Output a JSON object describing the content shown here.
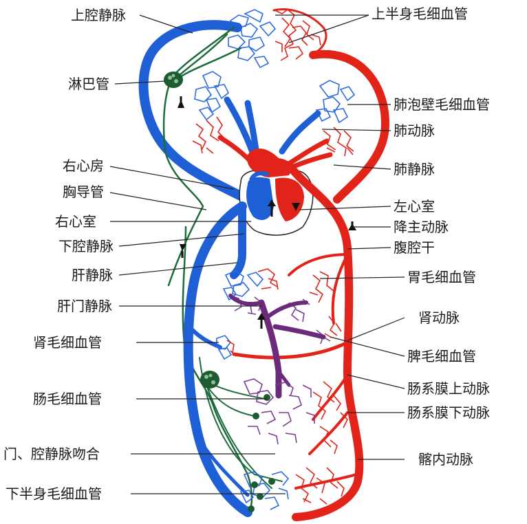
{
  "labels_left": [
    {
      "key": "svc",
      "text": "上腔静脉"
    },
    {
      "key": "lymph",
      "text": "淋巴管"
    },
    {
      "key": "ra",
      "text": "右心房"
    },
    {
      "key": "thoracic",
      "text": "胸导管"
    },
    {
      "key": "rv",
      "text": "右心室"
    },
    {
      "key": "ivc",
      "text": "下腔静脉"
    },
    {
      "key": "hepatic",
      "text": "肝静脉"
    },
    {
      "key": "portal",
      "text": "肝门静脉"
    },
    {
      "key": "renalcap",
      "text": "肾毛细血管"
    },
    {
      "key": "intcap",
      "text": "肠毛细血管"
    },
    {
      "key": "anast",
      "text": "门、腔静脉吻合"
    },
    {
      "key": "lowercap",
      "text": "下半身毛细血管"
    }
  ],
  "labels_right": [
    {
      "key": "uppercap",
      "text": "上半身毛细血管"
    },
    {
      "key": "alvcap",
      "text": "肺泡壁毛细血管"
    },
    {
      "key": "pa",
      "text": "肺动脉"
    },
    {
      "key": "pv",
      "text": "肺静脉"
    },
    {
      "key": "lv",
      "text": "左心室"
    },
    {
      "key": "da",
      "text": "降主动脉"
    },
    {
      "key": "celiac",
      "text": "腹腔干"
    },
    {
      "key": "gastric",
      "text": "胃毛细血管"
    },
    {
      "key": "renalart",
      "text": "肾动脉"
    },
    {
      "key": "spleen",
      "text": "脾毛细血管"
    },
    {
      "key": "sma",
      "text": "肠系膜上动脉"
    },
    {
      "key": "ima",
      "text": "肠系膜下动脉"
    },
    {
      "key": "iliac",
      "text": "髂内动脉"
    }
  ],
  "colors": {
    "vein": "#1f5fd6",
    "artery": "#e2231a",
    "portal": "#6b2a7a",
    "lymph": "#1c6b3a",
    "leader": "#222222"
  }
}
